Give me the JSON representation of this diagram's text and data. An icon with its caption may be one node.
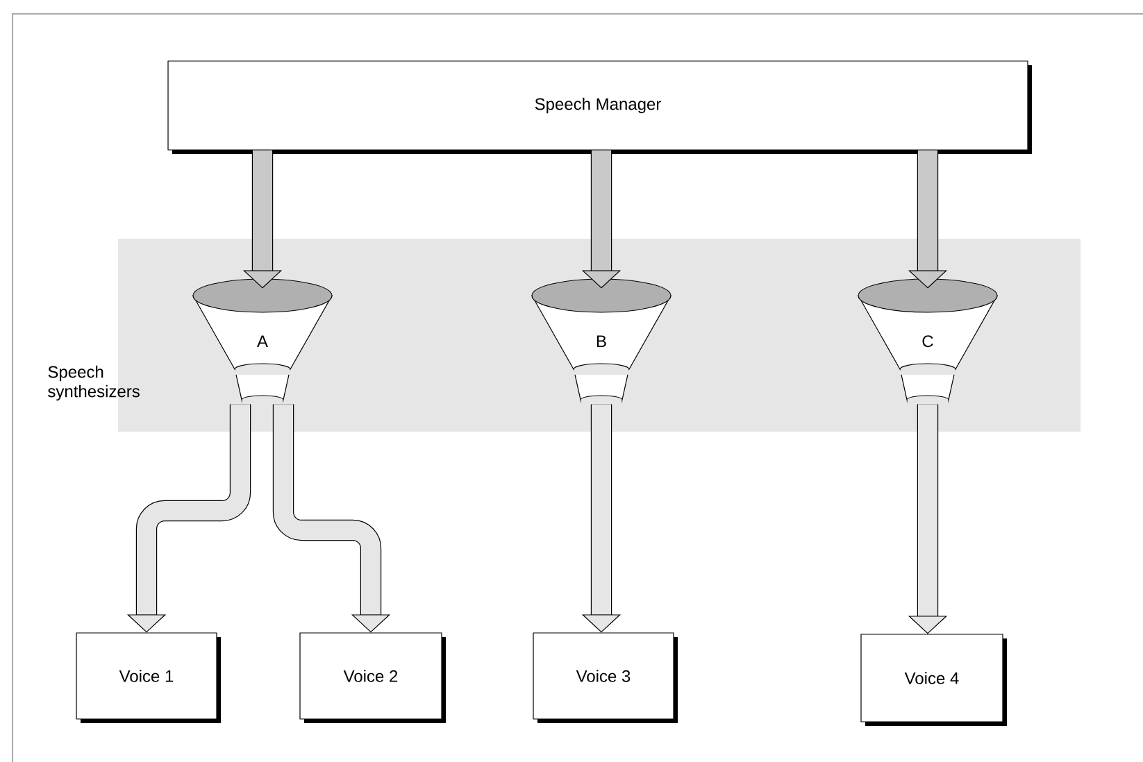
{
  "diagram": {
    "nodes": [
      {
        "text": [
          "Speech Manager"
        ]
      },
      {
        "text": [
          "Speech synthesizers"
        ]
      },
      {
        "text": [
          "A"
        ],
        "in": 1
      },
      {
        "text": [
          "B"
        ],
        "in": 1
      },
      {
        "text": [
          "C"
        ],
        "in": 1
      },
      {
        "text": [
          "Voice 1"
        ]
      },
      {
        "text": [
          "Voice 2"
        ]
      },
      {
        "text": [
          "Voice 3"
        ]
      },
      {
        "text": [
          "Voice 4"
        ]
      }
    ],
    "edges": [
      {
        "from": 0,
        "to": 2,
        "arrow": "to"
      },
      {
        "from": 0,
        "to": 3,
        "arrow": "to"
      },
      {
        "from": 0,
        "to": 4,
        "arrow": "to"
      },
      {
        "from": 2,
        "to": 5,
        "arrow": "to"
      },
      {
        "from": 2,
        "to": 6,
        "arrow": "to"
      },
      {
        "from": 3,
        "to": 7,
        "arrow": "to"
      },
      {
        "from": 4,
        "to": 8,
        "arrow": "to"
      }
    ]
  }
}
